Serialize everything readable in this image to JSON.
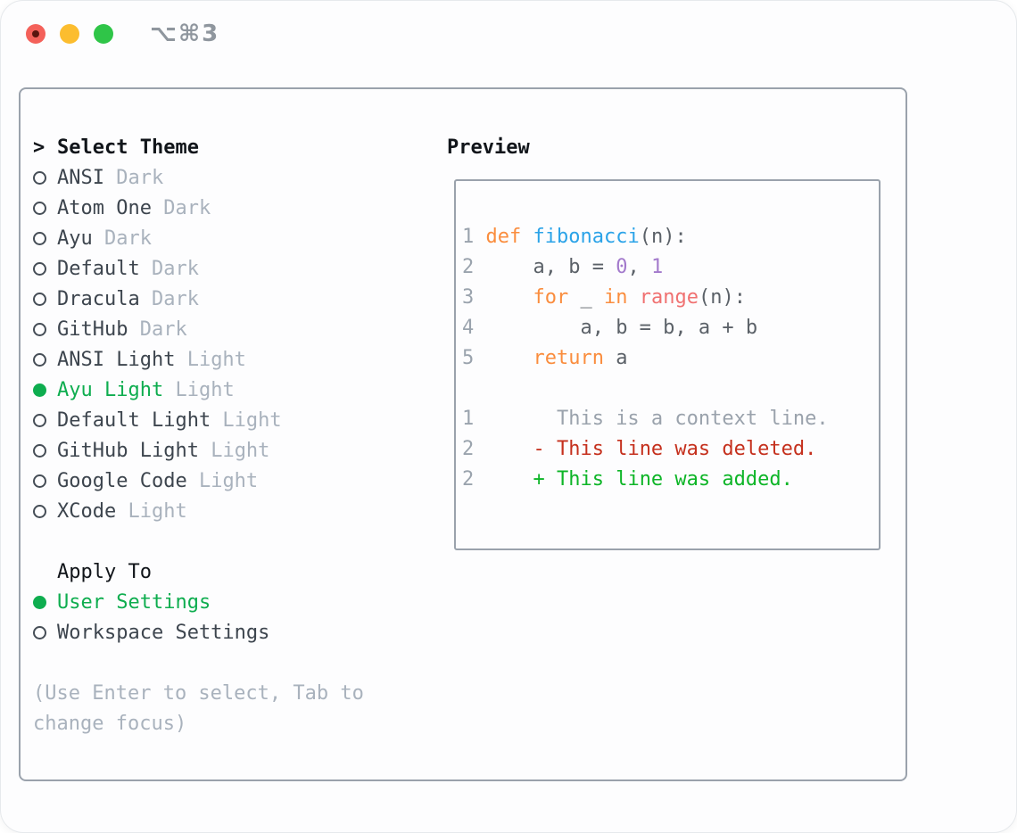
{
  "window": {
    "title": "⌥⌘3"
  },
  "colors": {
    "window_bg": "#fdfdfe",
    "titlebar_text": "#8f969e",
    "traffic_red": "#f4615a",
    "traffic_yellow": "#fcbd2f",
    "traffic_green": "#2fc548",
    "border": "#9aa2ac",
    "header": "#11151a",
    "item": "#3d454e",
    "muted": "#a9b2bd",
    "accent": "#0ead4f",
    "line_number": "#9aa3ad",
    "code_fg": "#5b6168",
    "keyword": "#fa8d3e",
    "function": "#2ba3e8",
    "number": "#a37acc",
    "builtin": "#f07171",
    "context": "#9aa2ac",
    "deleted": "#c5301d",
    "added": "#0db527"
  },
  "theme_panel": {
    "header_pointer": ">",
    "header_label": "Select Theme",
    "themes": [
      {
        "name": "ANSI",
        "variant": "Dark",
        "selected": false
      },
      {
        "name": "Atom One",
        "variant": "Dark",
        "selected": false
      },
      {
        "name": "Ayu",
        "variant": "Dark",
        "selected": false
      },
      {
        "name": "Default",
        "variant": "Dark",
        "selected": false
      },
      {
        "name": "Dracula",
        "variant": "Dark",
        "selected": false
      },
      {
        "name": "GitHub",
        "variant": "Dark",
        "selected": false
      },
      {
        "name": "ANSI Light",
        "variant": "Light",
        "selected": false
      },
      {
        "name": "Ayu Light",
        "variant": "Light",
        "selected": true
      },
      {
        "name": "Default Light",
        "variant": "Light",
        "selected": false
      },
      {
        "name": "GitHub Light",
        "variant": "Light",
        "selected": false
      },
      {
        "name": "Google Code",
        "variant": "Light",
        "selected": false
      },
      {
        "name": "XCode",
        "variant": "Light",
        "selected": false
      }
    ],
    "apply_to": {
      "label": "Apply To",
      "options": [
        {
          "name": "User Settings",
          "selected": true
        },
        {
          "name": "Workspace Settings",
          "selected": false
        }
      ]
    },
    "hint": "(Use Enter to select, Tab to change focus)"
  },
  "preview": {
    "label": "Preview",
    "lines": [
      {
        "segments": [
          {
            "t": "1 ",
            "c": "num"
          },
          {
            "t": "def",
            "c": "kw"
          },
          {
            "t": " ",
            "c": "fg"
          },
          {
            "t": "fibonacci",
            "c": "fn"
          },
          {
            "t": "(n):",
            "c": "fg"
          }
        ]
      },
      {
        "segments": [
          {
            "t": "2 ",
            "c": "num"
          },
          {
            "t": "    a, b = ",
            "c": "fg"
          },
          {
            "t": "0",
            "c": "nm"
          },
          {
            "t": ", ",
            "c": "fg"
          },
          {
            "t": "1",
            "c": "nm"
          }
        ]
      },
      {
        "segments": [
          {
            "t": "3 ",
            "c": "num"
          },
          {
            "t": "    ",
            "c": "fg"
          },
          {
            "t": "for",
            "c": "kw"
          },
          {
            "t": " _ ",
            "c": "fg"
          },
          {
            "t": "in",
            "c": "kw"
          },
          {
            "t": " ",
            "c": "fg"
          },
          {
            "t": "range",
            "c": "bi"
          },
          {
            "t": "(n):",
            "c": "fg"
          }
        ]
      },
      {
        "segments": [
          {
            "t": "4 ",
            "c": "num"
          },
          {
            "t": "        a, b = b, a + b",
            "c": "fg"
          }
        ]
      },
      {
        "segments": [
          {
            "t": "5 ",
            "c": "num"
          },
          {
            "t": "    ",
            "c": "fg"
          },
          {
            "t": "return",
            "c": "kw"
          },
          {
            "t": " a",
            "c": "fg"
          }
        ]
      },
      {
        "segments": []
      },
      {
        "segments": [
          {
            "t": "1",
            "c": "num"
          },
          {
            "t": "       This is a context line.",
            "c": "ctx"
          }
        ]
      },
      {
        "segments": [
          {
            "t": "2",
            "c": "num"
          },
          {
            "t": "     ",
            "c": "fg"
          },
          {
            "t": "- This line was deleted.",
            "c": "del"
          }
        ]
      },
      {
        "segments": [
          {
            "t": "2",
            "c": "num"
          },
          {
            "t": "     ",
            "c": "fg"
          },
          {
            "t": "+ This line was added.",
            "c": "add"
          }
        ]
      }
    ]
  }
}
